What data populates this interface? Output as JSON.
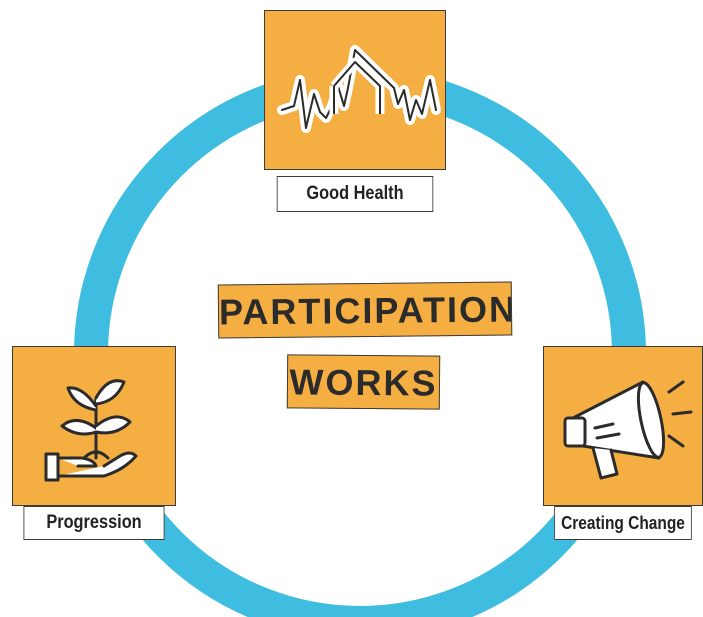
{
  "diagram": {
    "center_title": {
      "line1": "PARTICIPATION",
      "line2": "WORKS"
    },
    "nodes": [
      {
        "id": "health",
        "label": "Good Health",
        "icon": "heartbeat-house-icon"
      },
      {
        "id": "progress",
        "label": "Progression",
        "icon": "hand-with-plant-icon"
      },
      {
        "id": "change",
        "label": "Creating Change",
        "icon": "megaphone-icon"
      }
    ]
  },
  "colors": {
    "ring": "#3fbde0",
    "card": "#f5ae42",
    "outline": "#3b3b3b",
    "label_bg": "#ffffff",
    "text": "#222222"
  }
}
